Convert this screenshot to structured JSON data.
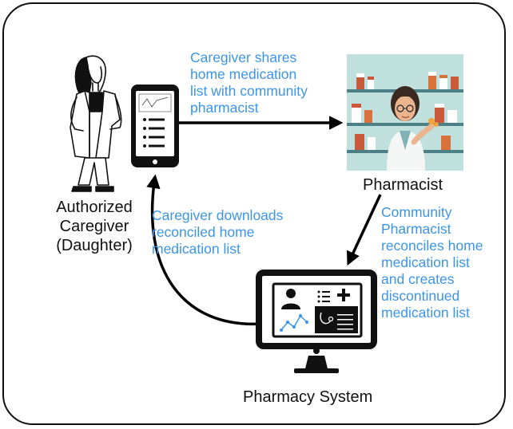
{
  "nodes": {
    "caregiver": {
      "label_lines": [
        "Authorized",
        "Caregiver",
        "(Daughter)"
      ]
    },
    "pharmacist": {
      "label": "Pharmacist"
    },
    "system": {
      "label": "Pharmacy System"
    }
  },
  "edges": {
    "share": {
      "text_lines": [
        "Caregiver shares",
        "home medication",
        "list with community",
        "pharmacist"
      ]
    },
    "reconcile": {
      "text_lines": [
        "Community",
        "Pharmacist",
        "reconciles home",
        "medication list",
        "and creates",
        "discontinued",
        "medication list"
      ]
    },
    "download": {
      "text_lines": [
        "Caregiver downloads",
        "reconciled home",
        "medication list"
      ]
    }
  },
  "colors": {
    "annotation": "#3d95e6",
    "arrow": "#000000",
    "pharmacy_bg": "#bfe0dd"
  }
}
